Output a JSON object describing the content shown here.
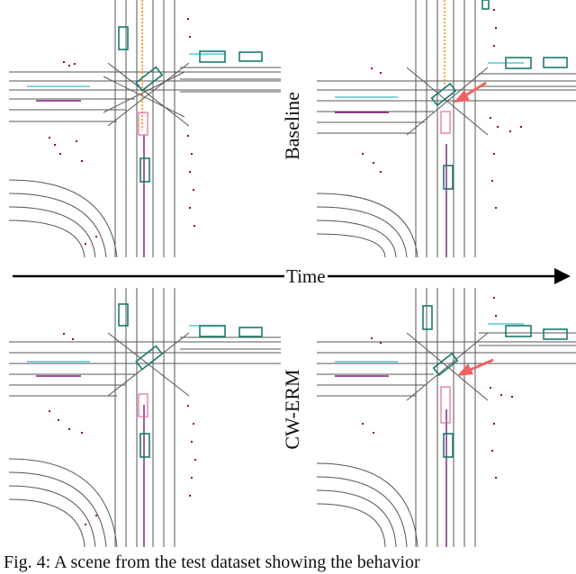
{
  "figure": {
    "row_labels": {
      "top": "Baseline",
      "bottom": "CW-ERM"
    },
    "axis_label": "Time",
    "caption_fragment": "Fig. 4: A scene from the test dataset showing the behavior"
  },
  "colors": {
    "agent_box": "#1a7a6e",
    "ego_box": "#e06a9a",
    "lane": "#333333",
    "crosswalk": "#8b0a1e",
    "route": "#ff8c00",
    "highlight_arrow": "#f06060",
    "lane_accent": "#7a1b7a",
    "lane_cyan": "#59c5d6"
  }
}
